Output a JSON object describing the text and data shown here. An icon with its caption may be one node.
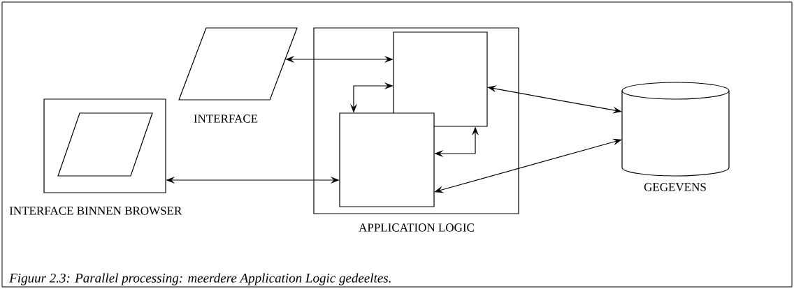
{
  "diagram": {
    "caption": "Figuur 2.3: Parallel processing: meerdere Application Logic gedeeltes.",
    "nodes": [
      {
        "text": [
          "INTERFACE BINNEN BROWSER"
        ]
      },
      {
        "text": [],
        "shape": "parallelogram",
        "in": 0
      },
      {
        "text": [
          "INTERFACE"
        ]
      },
      {
        "text": [
          "APPLICATION LOGIC"
        ]
      },
      {
        "text": [],
        "shape": "box",
        "in": 3
      },
      {
        "text": [],
        "shape": "box",
        "in": 3
      },
      {
        "text": [
          "GEGEVENS"
        ]
      }
    ],
    "edges": [
      {
        "from": 2,
        "to": 4,
        "arrow": "both"
      },
      {
        "from": 4,
        "to": 5,
        "arrow": "both"
      },
      {
        "from": 5,
        "to": 4,
        "arrow": "both"
      },
      {
        "from": 0,
        "to": 5,
        "arrow": "both"
      },
      {
        "from": 4,
        "to": 6,
        "arrow": "both"
      },
      {
        "from": 5,
        "to": 6,
        "arrow": "both"
      }
    ]
  }
}
